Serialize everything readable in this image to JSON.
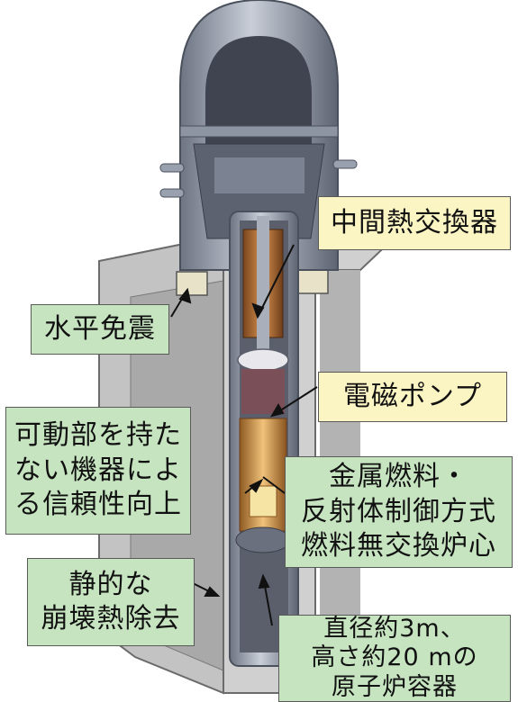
{
  "callouts": {
    "ihx": "中間熱交換器",
    "isolation": "水平免震",
    "pump": "電磁ポンプ",
    "reliability": [
      "可動部を持た",
      "ない機器によ",
      "る信頼性向上"
    ],
    "fuel": [
      "金属燃料・",
      "反射体制御方式",
      "燃料無交換炉心"
    ],
    "heat_removal": [
      "静的な",
      "崩壊熱除去"
    ],
    "vessel": [
      "直径約3m、",
      "高さ約20 mの",
      "原子炉容器"
    ]
  },
  "colors": {
    "callout_yellow": "#fbf4c3",
    "callout_green": "#c6e4c0",
    "concrete": "#b9b9b9",
    "vessel_metal": "#9ba2b0",
    "core_copper": "#b9773a"
  }
}
